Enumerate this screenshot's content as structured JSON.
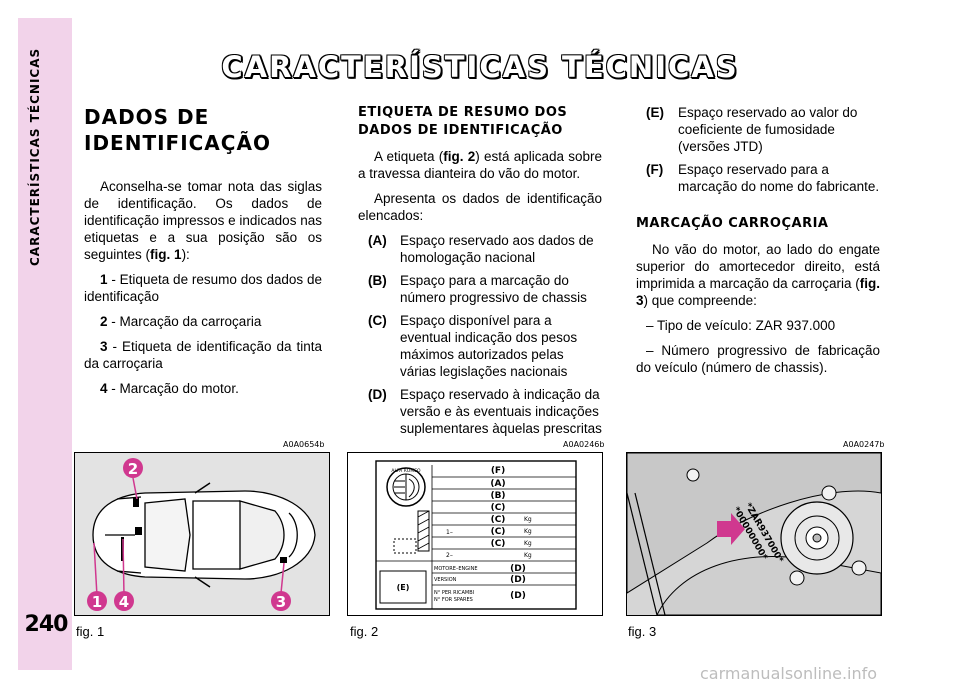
{
  "sidebar": {
    "section": "CARACTERÍSTICAS TÉCNICAS",
    "page": "240"
  },
  "title": "CARACTERÍSTICAS TÉCNICAS",
  "col1": {
    "heading_l1": "DADOS DE",
    "heading_l2": "IDENTIFICAÇÃO",
    "intro": "Aconselha-se tomar nota das siglas de identificação. Os dados de identificação impressos e indicados nas etiquetas e a sua posição são os seguintes (",
    "intro_fig": "fig. 1",
    "intro_end": "):",
    "items": [
      {
        "n": "1",
        "text": " - Etiqueta de resumo dos dados de identificação"
      },
      {
        "n": "2",
        "text": " - Marcação da carroçaria"
      },
      {
        "n": "3",
        "text": " - Etiqueta de identificação da tinta da carroçaria"
      },
      {
        "n": "4",
        "text": " - Marcação do motor."
      }
    ]
  },
  "col2": {
    "heading": "ETIQUETA DE RESUMO DOS DADOS DE IDENTIFICAÇÃO",
    "p1_a": "A etiqueta (",
    "p1_fig": "fig. 2",
    "p1_b": ") está aplicada sobre a travessa dianteira do vão do motor.",
    "p2": "Apresenta os dados de identificação elencados:",
    "items": [
      {
        "lbl": "(A)",
        "text": "Espaço reservado aos dados de homologação nacional"
      },
      {
        "lbl": "(B)",
        "text": "Espaço para a marcação do número progressivo de chassis"
      },
      {
        "lbl": "(C)",
        "text": "Espaço disponível para a eventual indicação dos pesos máximos autorizados pelas várias legislações nacionais"
      },
      {
        "lbl": "(D)",
        "text": "Espaço reservado à indicação da versão e às eventuais indicações suplementares àquelas prescritas"
      }
    ]
  },
  "col3": {
    "items": [
      {
        "lbl": "(E)",
        "text": "Espaço reservado ao valor do coeficiente de fumosidade (versões JTD)"
      },
      {
        "lbl": "(F)",
        "text": "Espaço reservado para a marcação do nome do fabricante."
      }
    ],
    "heading": "MARCAÇÃO CARROÇARIA",
    "p1_a": "No vão do motor, ao lado do engate superior do amortecedor direito, está imprimida a marcação da carroçaria (",
    "p1_fig": "fig. 3",
    "p1_b": ") que compreende:",
    "dash1": "– Tipo de veículo: ZAR 937.000",
    "dash2": "– Número progressivo de fabricação do veículo (número de chassis)."
  },
  "figures": {
    "fig1": {
      "code": "A0A0654b",
      "caption": "fig. 1",
      "markers": [
        "1",
        "2",
        "3",
        "4"
      ]
    },
    "fig2": {
      "code": "A0A0246b",
      "caption": "fig. 2",
      "rows": [
        "(F)",
        "(A)",
        "(B)",
        "(C)",
        "(C)",
        "(C)",
        "(C)",
        "(D)",
        "(D)",
        "(D)"
      ],
      "kg": "Kg",
      "row1": "1–",
      "row2": "2–",
      "motore": "MOTORE–ENGINE",
      "version": "VERSION",
      "ricambi1": "N° PER RICAMBI",
      "ricambi2": "N° FOR SPARES",
      "e_box": "(E)",
      "logo_text": "ALFA ROMEO"
    },
    "fig3": {
      "code": "A0A0247b",
      "caption": "fig. 3",
      "stamp1": "*ZAR937000*",
      "stamp2": "*00000000*"
    }
  },
  "watermark": "carmanualsonline.info"
}
